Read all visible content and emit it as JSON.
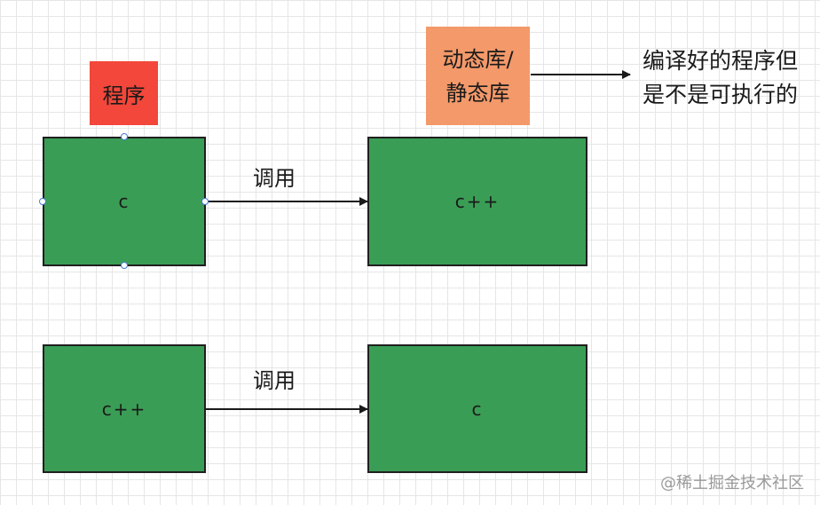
{
  "colors": {
    "box_fill": "#3a9d55",
    "box_stroke": "#1f1f1f",
    "label_red": "#f2473a",
    "label_orange": "#f3996a",
    "arrow": "#1a1a1a"
  },
  "nodes": {
    "top_left": {
      "text": "c"
    },
    "top_right": {
      "text": "c++"
    },
    "bottom_left": {
      "text": "c++"
    },
    "bottom_right": {
      "text": "c"
    },
    "program_label": {
      "text": "程序"
    },
    "lib_label": {
      "line1": "动态库/",
      "line2": "静态库"
    }
  },
  "edges": {
    "top_call": {
      "text": "调用"
    },
    "bottom_call": {
      "text": "调用"
    }
  },
  "note": {
    "line1": "编译好的程序但",
    "line2": "是不是可执行的"
  },
  "watermark": "@稀土掘金技术社区"
}
